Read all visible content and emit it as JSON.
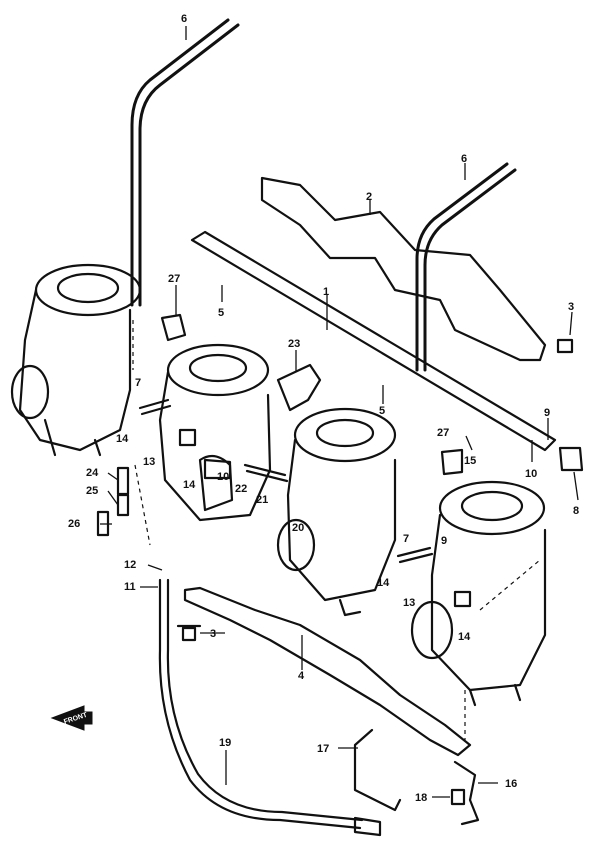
{
  "callouts": {
    "c1": "1",
    "c2": "2",
    "c3a": "3",
    "c3b": "3",
    "c4": "4",
    "c5a": "5",
    "c5b": "5",
    "c6a": "6",
    "c6b": "6",
    "c7a": "7",
    "c7b": "7",
    "c8": "8",
    "c9a": "9",
    "c9b": "9",
    "c10a": "10",
    "c10b": "10",
    "c11": "11",
    "c12": "12",
    "c13a": "13",
    "c13b": "13",
    "c14a": "14",
    "c14b": "14",
    "c14c": "14",
    "c14d": "14",
    "c15": "15",
    "c16": "16",
    "c17": "17",
    "c18": "18",
    "c19": "19",
    "c20": "20",
    "c21": "21",
    "c22": "22",
    "c23": "23",
    "c24": "24",
    "c25": "25",
    "c26": "26",
    "c27a": "27",
    "c27b": "27"
  },
  "icons": {
    "front": "front-direction-arrow-icon"
  }
}
